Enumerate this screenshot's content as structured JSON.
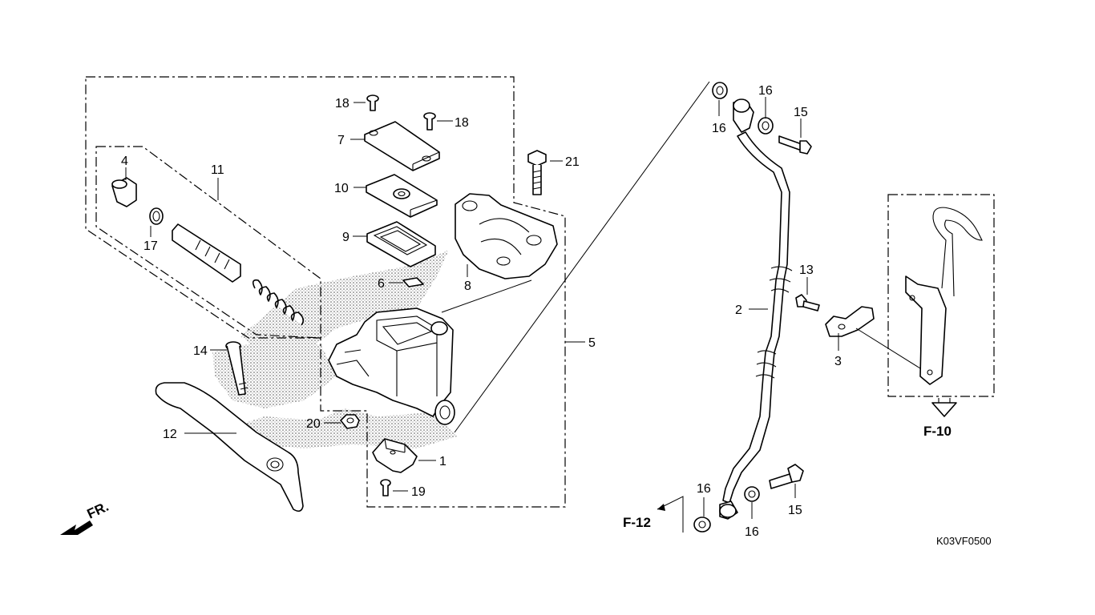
{
  "diagram": {
    "code": "K03VF0500",
    "direction_label": "FR.",
    "refs": {
      "f10": "F-10",
      "f12": "F-12"
    },
    "labels": {
      "p1": "1",
      "p2": "2",
      "p3": "3",
      "p4": "4",
      "p5": "5",
      "p6": "6",
      "p7": "7",
      "p8": "8",
      "p9": "9",
      "p10": "10",
      "p11": "11",
      "p12": "12",
      "p13": "13",
      "p14": "14",
      "p15a": "15",
      "p15b": "15",
      "p16a": "16",
      "p16b": "16",
      "p16c": "16",
      "p16d": "16",
      "p17": "17",
      "p18a": "18",
      "p18b": "18",
      "p19": "19",
      "p20": "20",
      "p21": "21"
    }
  }
}
